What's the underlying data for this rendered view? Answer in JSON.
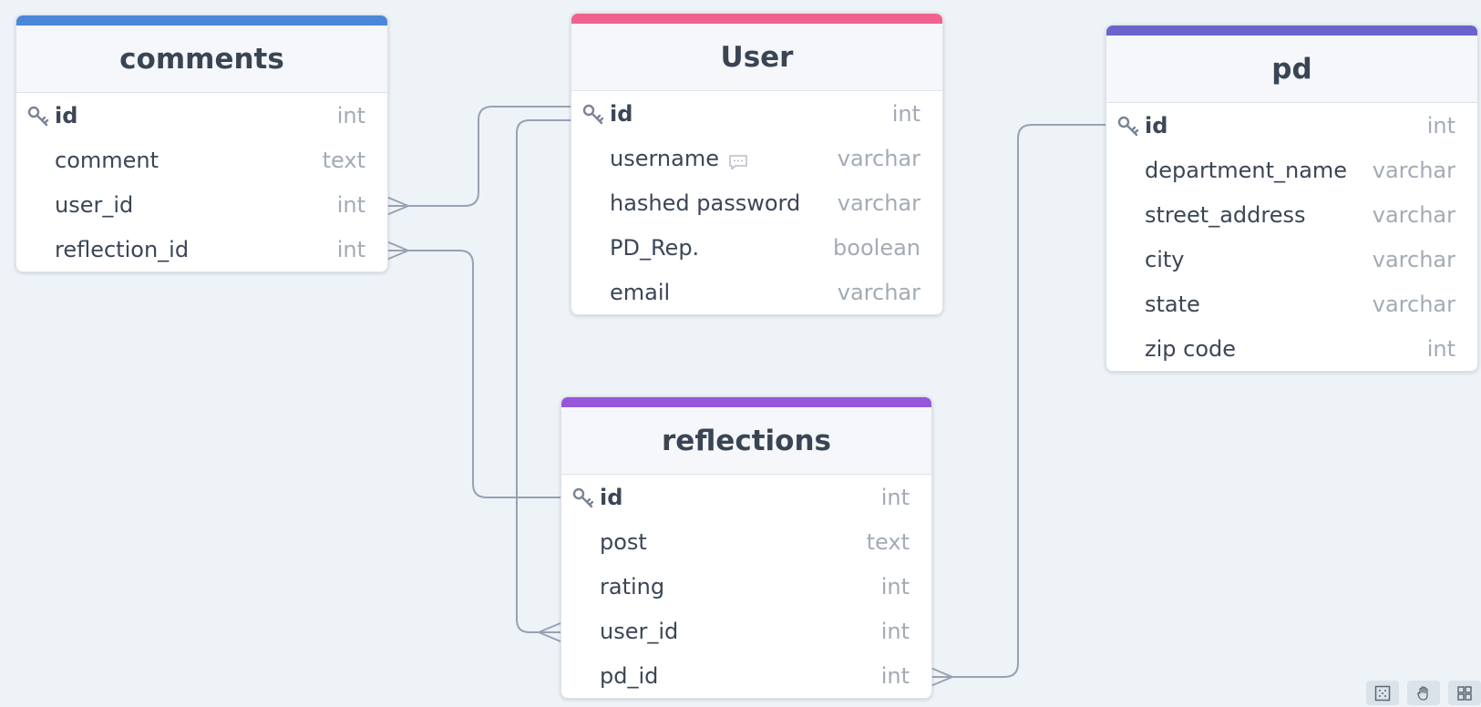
{
  "tables": {
    "comments": {
      "name": "comments",
      "accent": "#4a87d8",
      "fields": [
        {
          "name": "id",
          "type": "int",
          "pk": true
        },
        {
          "name": "comment",
          "type": "text"
        },
        {
          "name": "user_id",
          "type": "int"
        },
        {
          "name": "reflection_id",
          "type": "int"
        }
      ]
    },
    "user": {
      "name": "User",
      "accent": "#f0628d",
      "fields": [
        {
          "name": "id",
          "type": "int",
          "pk": true
        },
        {
          "name": "username",
          "type": "varchar",
          "note": true
        },
        {
          "name": "hashed password",
          "type": "varchar"
        },
        {
          "name": "PD_Rep.",
          "type": "boolean"
        },
        {
          "name": "email",
          "type": "varchar"
        }
      ]
    },
    "pd": {
      "name": "pd",
      "accent": "#6b63cc",
      "fields": [
        {
          "name": "id",
          "type": "int",
          "pk": true
        },
        {
          "name": "department_name",
          "type": "varchar"
        },
        {
          "name": "street_address",
          "type": "varchar"
        },
        {
          "name": "city",
          "type": "varchar"
        },
        {
          "name": "state",
          "type": "varchar"
        },
        {
          "name": "zip code",
          "type": "int"
        }
      ]
    },
    "reflections": {
      "name": "reflections",
      "accent": "#9657d8",
      "fields": [
        {
          "name": "id",
          "type": "int",
          "pk": true
        },
        {
          "name": "post",
          "type": "text"
        },
        {
          "name": "rating",
          "type": "int"
        },
        {
          "name": "user_id",
          "type": "int"
        },
        {
          "name": "pd_id",
          "type": "int"
        }
      ]
    }
  },
  "relationships": [
    {
      "from": "comments.user_id",
      "to": "User.id",
      "cardinality": "many-to-one"
    },
    {
      "from": "comments.reflection_id",
      "to": "reflections.id",
      "cardinality": "many-to-one"
    },
    {
      "from": "reflections.user_id",
      "to": "User.id",
      "cardinality": "many-to-one"
    },
    {
      "from": "reflections.pd_id",
      "to": "pd.id",
      "cardinality": "many-to-one"
    }
  ],
  "toolbar": [
    "grid-icon",
    "hand-icon",
    "layout-icon"
  ],
  "colors": {
    "background": "#eef3f7",
    "connector": "#98a2b5",
    "type_text": "#a3abb5",
    "field_text": "#3b4656"
  }
}
